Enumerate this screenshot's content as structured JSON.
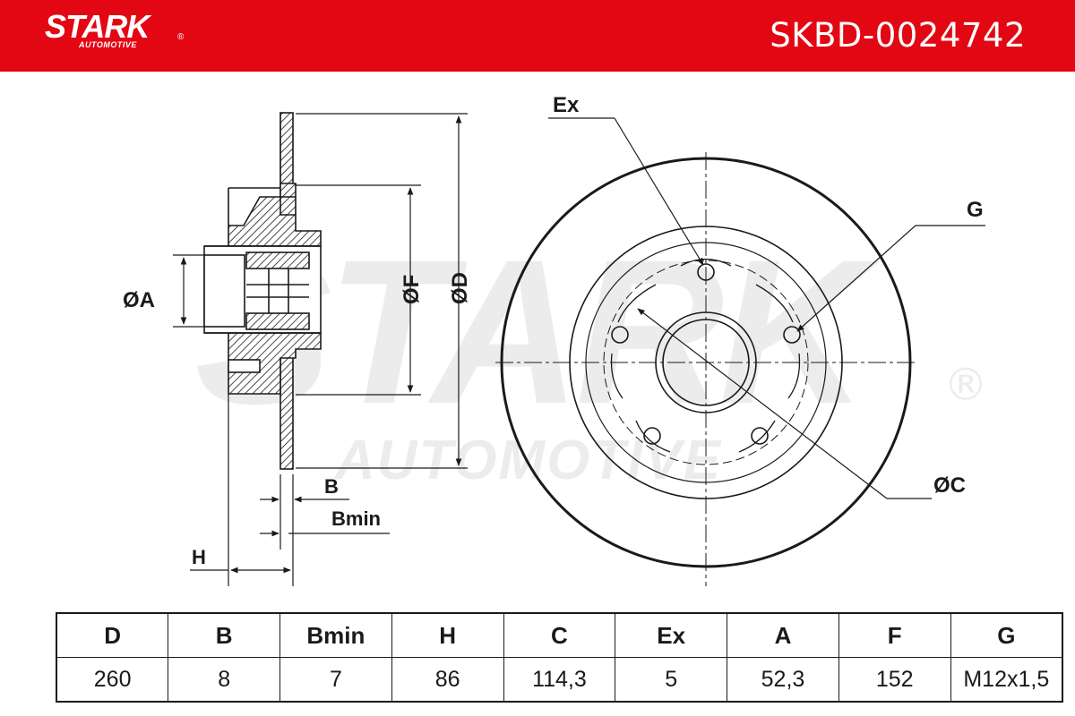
{
  "header": {
    "brand": "STARK",
    "brand_sub": "AUTOMOTIVE",
    "registered_mark": "®",
    "part_number": "SKBD-0024742",
    "background_color": "#e30613"
  },
  "watermark": {
    "brand": "STARK",
    "sub": "AUTOMOTIVE",
    "registered_mark": "®"
  },
  "drawing_labels": {
    "dia_a": "ØA",
    "dia_f": "ØF",
    "dia_d": "ØD",
    "b": "B",
    "bmin": "Bmin",
    "h": "H",
    "ex": "Ex",
    "g": "G",
    "dia_c": "ØC"
  },
  "specs": {
    "headers": [
      "D",
      "B",
      "Bmin",
      "H",
      "C",
      "Ex",
      "A",
      "F",
      "G"
    ],
    "values": [
      "260",
      "8",
      "7",
      "86",
      "114,3",
      "5",
      "52,3",
      "152",
      "M12x1,5"
    ]
  }
}
